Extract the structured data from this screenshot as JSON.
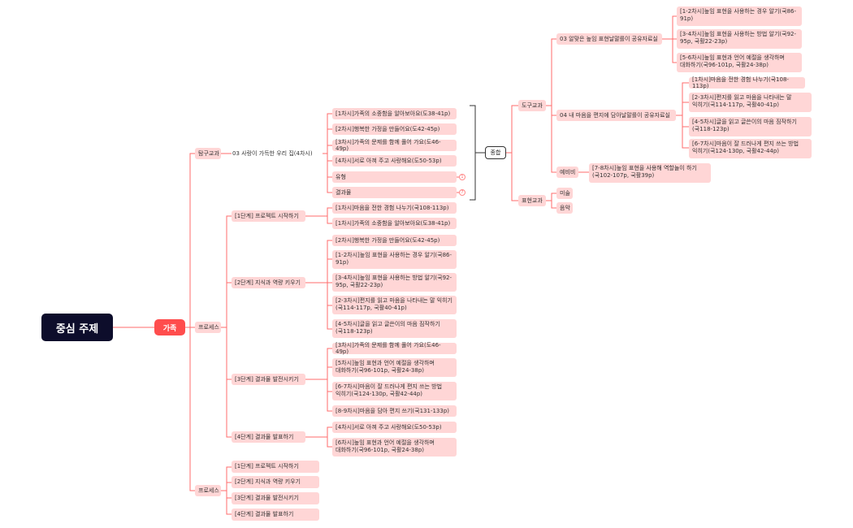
{
  "colors": {
    "root": "#0d0d2b",
    "accent": "#ff4d4d",
    "node": "#ffd6d6",
    "line": "#ff6b6b"
  },
  "root": "중심 주제",
  "family": "가족",
  "left": {
    "tamgu": "탐구교과",
    "unit": "03 사랑이 가득한 우리 집(4차시)",
    "unit_items": [
      "[1차시]가족의 소중함을 알아보아요(도38-41p)",
      "[2차시]행복한 가정을 만들어요(도42-45p)",
      "[3차시]가족의 문제를 함께 풀어 가요(도46-49p)",
      "[4차시]서로 아껴 주고 사랑해요(도50-53p)",
      "유형",
      "결과물"
    ],
    "badges": [
      "1",
      "7"
    ],
    "process1": "프로세스",
    "stage1": {
      "label": "[1단계] 프로젝트 시작하기",
      "items": [
        "[1차시]마음을 전한 경험 나누기(국108-113p)",
        "[1차시]가족의 소중함을 알아보아요(도38-41p)"
      ]
    },
    "stage2": {
      "label": "[2단계] 지식과 역량 키우기",
      "items": [
        "[2차시]행복한 가정을 만들어요(도42-45p)",
        "[1-2차시]높임 표현을 사용하는 경우 알기(국86-91p)",
        "[3-4차시]높임 표현을 사용하는 방법 알기(국92-95p, 국활22-23p)",
        "[2-3차시]편지를 읽고 마음을 나타내는 말 익히기(국114-117p, 국활40-41p)",
        "[4-5차시]글을 읽고 글쓴이의 마음 짐작하기(국118-123p)"
      ]
    },
    "stage3": {
      "label": "[3단계] 결과물 발전시키기",
      "items": [
        "[3차시]가족의 문제를 함께 풀어 가요(도46-49p)",
        "[5차시]높임 표현과 언어 예절을 생각하며 대화하기(국96-101p, 국활24-38p)",
        "[6-7차시]마음이 잘 드러나게 편지 쓰는 방법 익히기(국124-130p, 국활42-44p)",
        "[8-9차시]마음을 담아 편지 쓰기(국131-133p)"
      ]
    },
    "stage4": {
      "label": "[4단계] 결과물 발표하기",
      "items": [
        "[4차시]서로 아껴 주고 사랑해요(도50-53p)",
        "[6차시]높임 표현과 언어 예절을 생각하며 대화하기(국96-101p, 국활24-38p)"
      ]
    },
    "process2": "프로세스",
    "process2_items": [
      "[1단계] 프로젝트 시작하기",
      "[2단계] 지식과 역량 키우기",
      "[3단계] 결과물 발전시키기",
      "[4단계] 결과물 발표하기"
    ]
  },
  "right": {
    "summary": "종합",
    "dogu": "도구교과",
    "branch03": "03 알맞은 높임 표현날말를이 공유자료실",
    "branch03_items": [
      "[1-2차시]높임 표현을 사용하는 경우 알기(국86-91p)",
      "[3-4차시]높임 표현을 사용하는 방법 알기(국92-95p, 국활22-23p)",
      "[5-6차시]높임 표현과 언어 예절을 생각하며 대화하기(국96-101p, 국활24-38p)"
    ],
    "branch04": "04 내 마음을 편지에 담아날말를이 공유자료실",
    "branch04_items": [
      "[1차시]마음을 전한 경험 나누기(국108-113p)",
      "[2-3차시]편지를 읽고 마음을 나타내는 말 익히기(국114-117p, 국활40-41p)",
      "[4-5차시]글을 읽고 글쓴이의 마음 짐작하기(국118-123p)",
      "[6-7차시]마음이 잘 드러나게 편지 쓰는 방법 익히기(국124-130p, 국활42-44p)"
    ],
    "yebi": "예비비",
    "yebi_item": "[7-8차시]높임 표현을 사용해 역할놀이 하기(국102-107p, 국활39p)",
    "pyohyeon": "표현교과",
    "pyohyeon_items": [
      "미술",
      "음악"
    ]
  }
}
